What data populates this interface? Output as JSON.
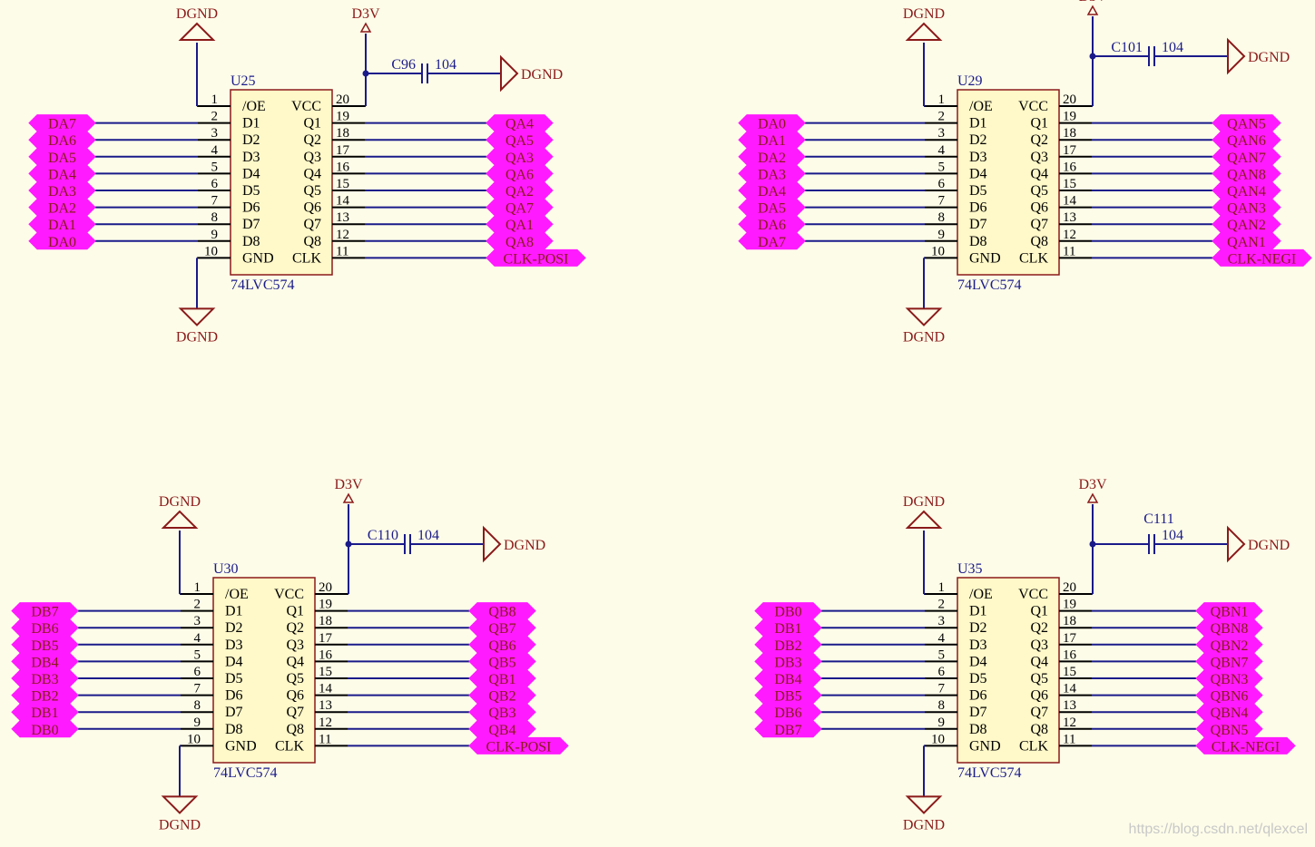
{
  "colors": {
    "background": "#fdfce8",
    "wire": "#1a1a8a",
    "power": "#8b1a1a",
    "port_fill": "#ff1aff",
    "port_text": "#8b1a1a",
    "chip_fill": "#fff8c8",
    "chip_border": "#8b1a1a",
    "pin_text": "#000000",
    "designator": "#1a1a8a"
  },
  "power_labels": {
    "ground": "DGND",
    "supply": "D3V"
  },
  "pin_names_left": [
    "/OE",
    "D1",
    "D2",
    "D3",
    "D4",
    "D5",
    "D6",
    "D7",
    "D8",
    "GND"
  ],
  "pin_names_right": [
    "VCC",
    "Q1",
    "Q2",
    "Q3",
    "Q4",
    "Q5",
    "Q6",
    "Q7",
    "Q8",
    "CLK"
  ],
  "pin_numbers_left": [
    "1",
    "2",
    "3",
    "4",
    "5",
    "6",
    "7",
    "8",
    "9",
    "10"
  ],
  "pin_numbers_right": [
    "20",
    "19",
    "18",
    "17",
    "16",
    "15",
    "14",
    "13",
    "12",
    "11"
  ],
  "blocks": [
    {
      "designator": "U25",
      "part": "74LVC574",
      "cap_name": "C96",
      "cap_value": "104",
      "inputs": [
        "DA7",
        "DA6",
        "DA5",
        "DA4",
        "DA3",
        "DA2",
        "DA1",
        "DA0"
      ],
      "outputs": [
        "QA4",
        "QA5",
        "QA3",
        "QA6",
        "QA2",
        "QA7",
        "QA1",
        "QA8"
      ],
      "clock": "CLK-POSI"
    },
    {
      "designator": "U29",
      "part": "74LVC574",
      "cap_name": "C101",
      "cap_value": "104",
      "inputs": [
        "DA0",
        "DA1",
        "DA2",
        "DA3",
        "DA4",
        "DA5",
        "DA6",
        "DA7"
      ],
      "outputs": [
        "QAN5",
        "QAN6",
        "QAN7",
        "QAN8",
        "QAN4",
        "QAN3",
        "QAN2",
        "QAN1"
      ],
      "clock": "CLK-NEGI"
    },
    {
      "designator": "U30",
      "part": "74LVC574",
      "cap_name": "C110",
      "cap_value": "104",
      "inputs": [
        "DB7",
        "DB6",
        "DB5",
        "DB4",
        "DB3",
        "DB2",
        "DB1",
        "DB0"
      ],
      "outputs": [
        "QB8",
        "QB7",
        "QB6",
        "QB5",
        "QB1",
        "QB2",
        "QB3",
        "QB4"
      ],
      "clock": "CLK-POSI"
    },
    {
      "designator": "U35",
      "part": "74LVC574",
      "cap_name": "C111",
      "cap_value": "104",
      "inputs": [
        "DB0",
        "DB1",
        "DB2",
        "DB3",
        "DB4",
        "DB5",
        "DB6",
        "DB7"
      ],
      "outputs": [
        "QBN1",
        "QBN8",
        "QBN2",
        "QBN7",
        "QBN3",
        "QBN6",
        "QBN4",
        "QBN5"
      ],
      "clock": "CLK-NEGI"
    }
  ],
  "watermark": "https://blog.csdn.net/qlexcel"
}
